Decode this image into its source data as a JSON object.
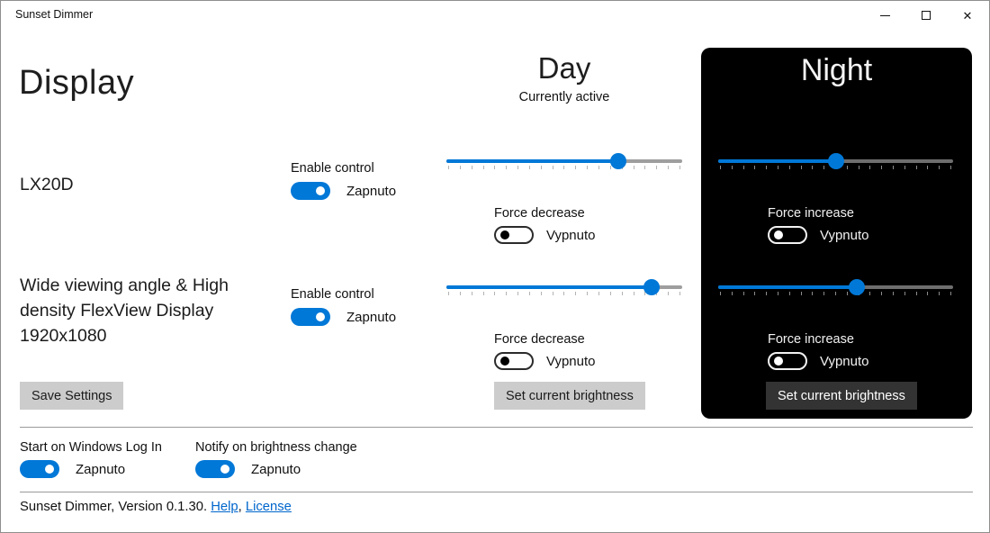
{
  "titlebar": {
    "title": "Sunset Dimmer",
    "close_icon": "✕"
  },
  "page_title": "Display",
  "columns": {
    "day": {
      "title": "Day",
      "subtitle": "Currently active"
    },
    "night": {
      "title": "Night"
    }
  },
  "displays": [
    {
      "name": "LX20D",
      "enable_control": {
        "label": "Enable control",
        "state": "Zapnuto",
        "on": true
      },
      "day": {
        "slider_percent": 73,
        "force_decrease": {
          "label": "Force decrease",
          "state": "Vypnuto",
          "on": false
        }
      },
      "night": {
        "slider_percent": 50,
        "force_increase": {
          "label": "Force increase",
          "state": "Vypnuto",
          "on": false
        }
      }
    },
    {
      "name": "Wide viewing angle & High density FlexView Display 1920x1080",
      "enable_control": {
        "label": "Enable control",
        "state": "Zapnuto",
        "on": true
      },
      "day": {
        "slider_percent": 87,
        "force_decrease": {
          "label": "Force decrease",
          "state": "Vypnuto",
          "on": false
        }
      },
      "night": {
        "slider_percent": 59,
        "force_increase": {
          "label": "Force increase",
          "state": "Vypnuto",
          "on": false
        }
      }
    }
  ],
  "buttons": {
    "save_settings": "Save Settings",
    "set_current_brightness_day": "Set current brightness",
    "set_current_brightness_night": "Set current brightness"
  },
  "settings": [
    {
      "label": "Start on Windows Log In",
      "state": "Zapnuto",
      "on": true
    },
    {
      "label": "Notify on brightness change",
      "state": "Zapnuto",
      "on": true
    }
  ],
  "footer": {
    "prefix": "Sunset Dimmer, Version 0.1.30.",
    "links": [
      "Help",
      "License"
    ],
    "separator": ", "
  },
  "colors": {
    "accent": "#0078d7",
    "night_panel": "#000000",
    "button_light": "#cccccc",
    "button_dark": "#333333",
    "link": "#0066cc"
  }
}
